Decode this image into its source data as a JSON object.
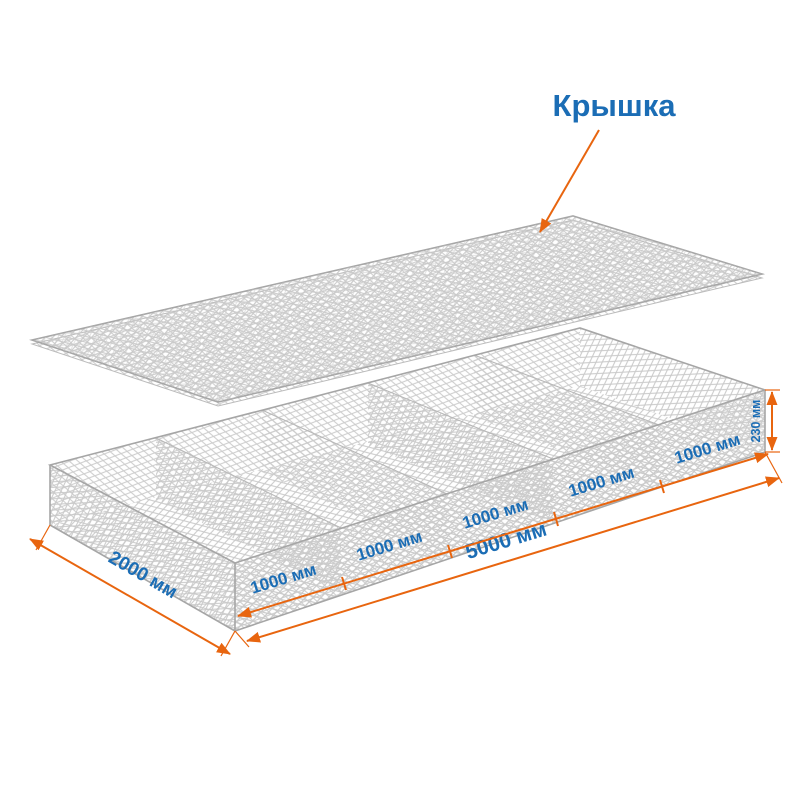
{
  "colors": {
    "accent_blue": "#1b6db5",
    "dimension_orange": "#e8650f",
    "mesh_gray": "#c9c9c9"
  },
  "annotation": {
    "lid_label": "Крышка"
  },
  "dimensions": {
    "width": "2000 мм",
    "total_length": "5000 мм",
    "height": "230 мм",
    "segments": [
      "1000 мм",
      "1000 мм",
      "1000 мм",
      "1000 мм",
      "1000 мм"
    ]
  }
}
